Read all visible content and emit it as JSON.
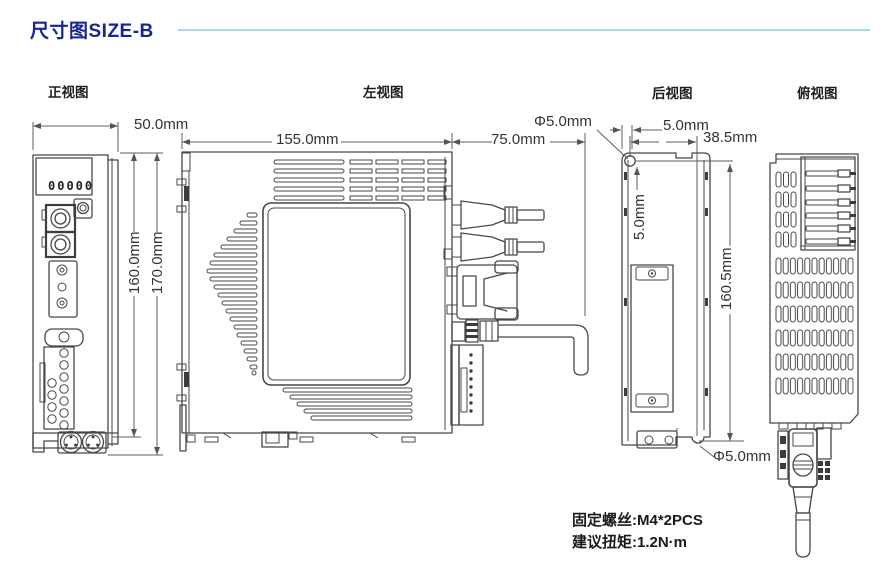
{
  "page": {
    "title": "尺寸图SIZE-B"
  },
  "colors": {
    "title_accent": "#17258e",
    "header_rule": "#a9d7ee",
    "line_art": "#474747"
  },
  "views": {
    "front": {
      "label": "正视图",
      "display_text": "00000",
      "dims": {
        "width": "50.0mm",
        "body_height": "160.0mm",
        "total_height": "170.0mm"
      }
    },
    "left": {
      "label": "左视图",
      "dims": {
        "depth": "155.0mm",
        "cable_clearance": "75.0mm",
        "mount_hole_dia": "Φ5.0mm"
      }
    },
    "rear": {
      "label": "后视图",
      "dims": {
        "hole_offset_x": "5.0mm",
        "mount_width": "38.5mm",
        "hole_offset_y": "5.0mm",
        "mount_pitch": "160.5mm",
        "notch_dia": "Φ5.0mm"
      }
    },
    "top": {
      "label": "俯视图"
    }
  },
  "notes": {
    "fixing_screw": "固定螺丝:M4*2PCS",
    "torque": "建议扭矩:1.2N·m"
  }
}
